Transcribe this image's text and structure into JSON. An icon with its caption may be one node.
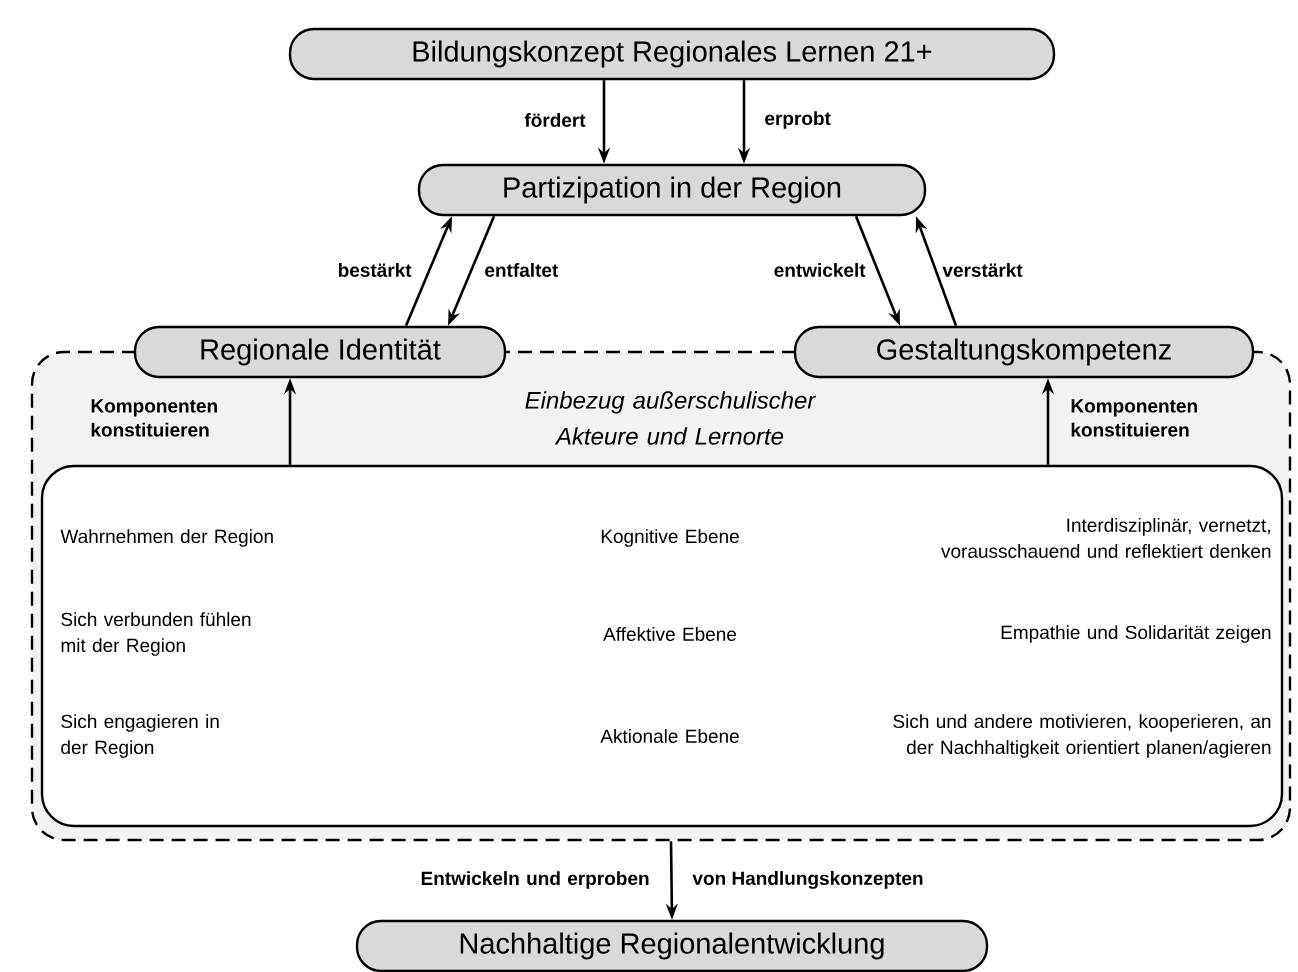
{
  "diagram": {
    "nodes": [
      {
        "text": [
          "Bildungskonzept Regionales Lernen 21+"
        ]
      },
      {
        "text": [
          "Partizipation in der Region"
        ]
      },
      {
        "text": [
          "Einbezug außerschulischer Akteure und Lernorte"
        ]
      },
      {
        "text": [
          "Regionale Identität"
        ]
      },
      {
        "text": [
          "Gestaltungskompetenz"
        ]
      },
      {
        "text": [
          "Wahrnehmen der Region",
          "Kognitive Ebene",
          "Interdisziplinär, vernetzt, vorausschauend und reflektiert denken",
          "Sich verbunden fühlen mit der Region",
          "Affektive Ebene",
          "Empathie und Solidarität zeigen",
          "Sich engagieren in der Region",
          "Aktionale Ebene",
          "Sich und andere motivieren, kooperieren, an der Nachhaltigkeit orientiert planen/agieren"
        ],
        "in": 2
      },
      {
        "text": [
          "Nachhaltige Regionalentwicklung"
        ]
      }
    ],
    "edges": [
      {
        "from": 0,
        "to": 1,
        "arrow": "to",
        "label": "fördert"
      },
      {
        "from": 0,
        "to": 1,
        "arrow": "to",
        "label": "erprobt"
      },
      {
        "from": 3,
        "to": 1,
        "arrow": "to",
        "label": "bestärkt"
      },
      {
        "from": 1,
        "to": 3,
        "arrow": "to",
        "label": "entfaltet"
      },
      {
        "from": 1,
        "to": 4,
        "arrow": "to",
        "label": "entwickelt"
      },
      {
        "from": 4,
        "to": 1,
        "arrow": "to",
        "label": "verstärkt"
      },
      {
        "from": 5,
        "to": 3,
        "arrow": "to",
        "label": "Komponenten konstituieren"
      },
      {
        "from": 5,
        "to": 4,
        "arrow": "to",
        "label": "Komponenten konstituieren"
      },
      {
        "from": 2,
        "to": 6,
        "arrow": "to",
        "label": "Entwickeln und erproben"
      }
    ],
    "labels": [
      "von Handlungskonzepten"
    ]
  }
}
